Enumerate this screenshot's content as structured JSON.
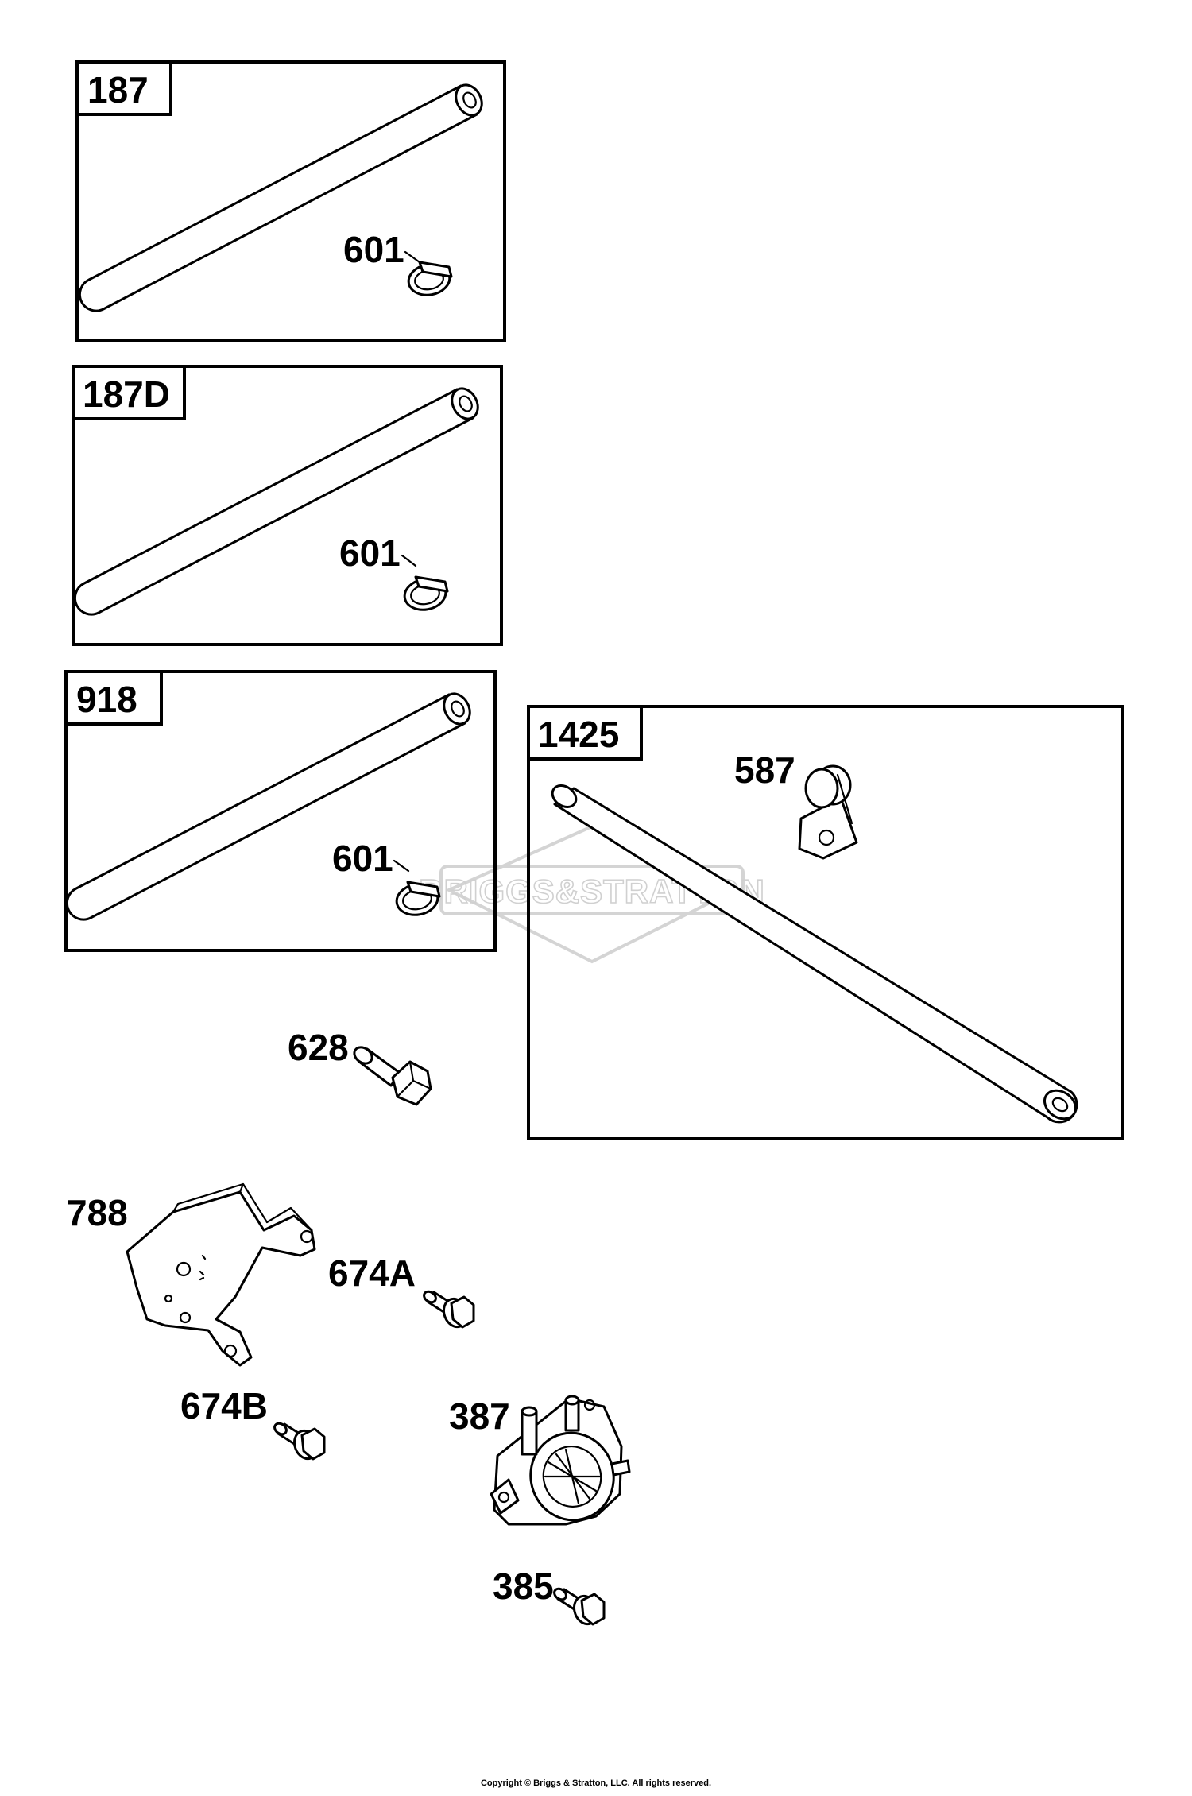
{
  "boxes": [
    {
      "label": "187",
      "callout": "601"
    },
    {
      "label": "187D",
      "callout": "601"
    },
    {
      "label": "918",
      "callout": "601"
    },
    {
      "label": "1425",
      "callout": "587"
    }
  ],
  "callouts": {
    "p628": "628",
    "p788": "788",
    "p674a": "674A",
    "p674b": "674B",
    "p387": "387",
    "p385": "385"
  },
  "watermark": {
    "text": "BRIGGS&STRATTON"
  },
  "footer": {
    "copyright": "Copyright © Briggs & Stratton, LLC. All rights reserved."
  }
}
